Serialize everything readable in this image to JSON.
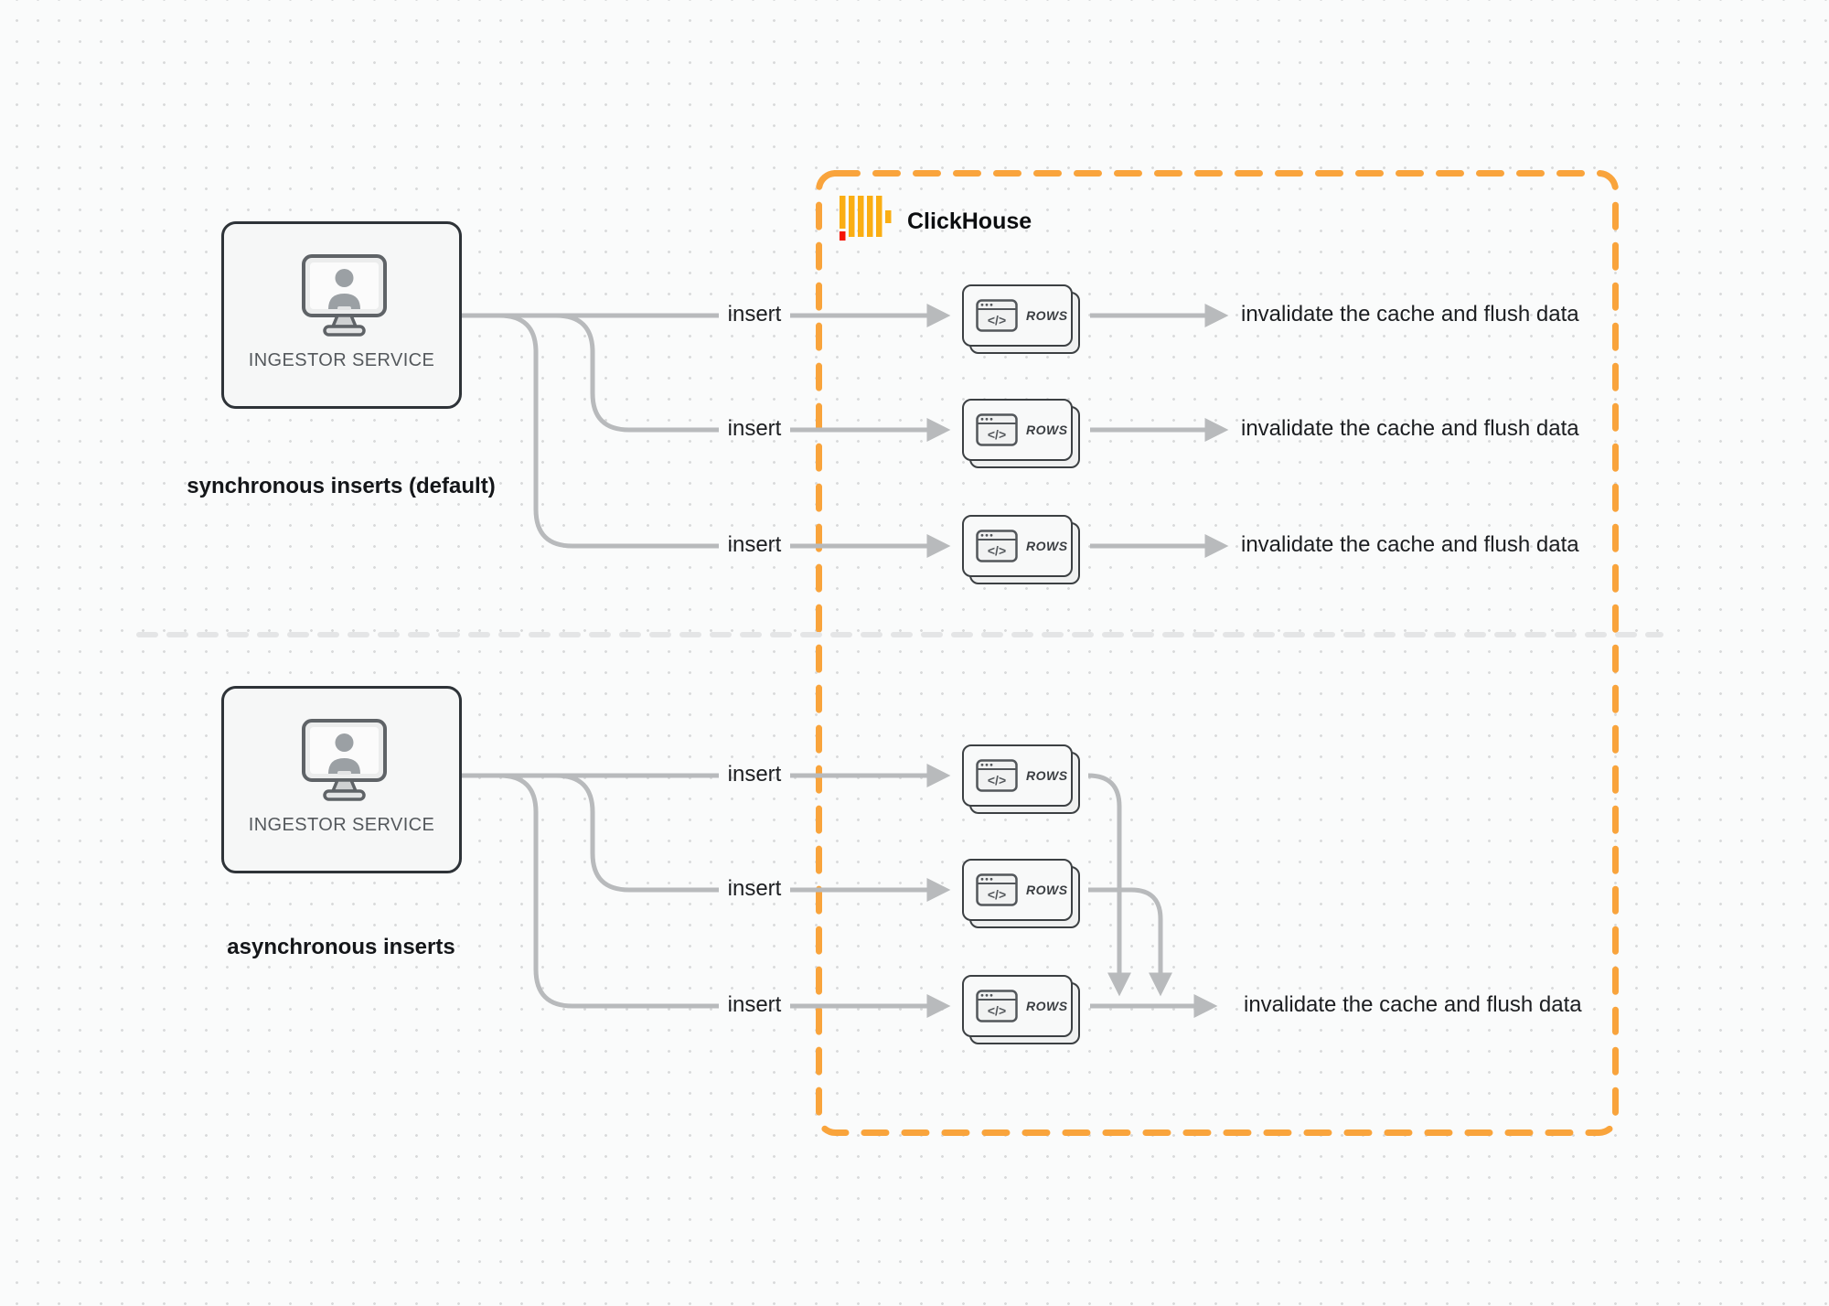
{
  "diagram": {
    "clickhouse": {
      "name": "ClickHouse"
    },
    "sync": {
      "caption": "synchronous inserts (default)",
      "source_label": "INGESTOR SERVICE",
      "rows": [
        {
          "insert_label": "insert",
          "card_label": "ROWS",
          "result": "invalidate the cache and flush data"
        },
        {
          "insert_label": "insert",
          "card_label": "ROWS",
          "result": "invalidate the cache and flush data"
        },
        {
          "insert_label": "insert",
          "card_label": "ROWS",
          "result": "invalidate the cache and flush data"
        }
      ]
    },
    "async": {
      "caption": "asynchronous inserts",
      "source_label": "INGESTOR SERVICE",
      "rows": [
        {
          "insert_label": "insert",
          "card_label": "ROWS"
        },
        {
          "insert_label": "insert",
          "card_label": "ROWS"
        },
        {
          "insert_label": "insert",
          "card_label": "ROWS"
        }
      ],
      "result": "invalidate the cache and flush data"
    },
    "colors": {
      "accent_orange": "#F9A43C",
      "logo_yellow": "#FAAE13",
      "logo_red": "#F51505",
      "connector_gray": "#b8babc",
      "divider_gray": "#e4e5e6"
    }
  }
}
